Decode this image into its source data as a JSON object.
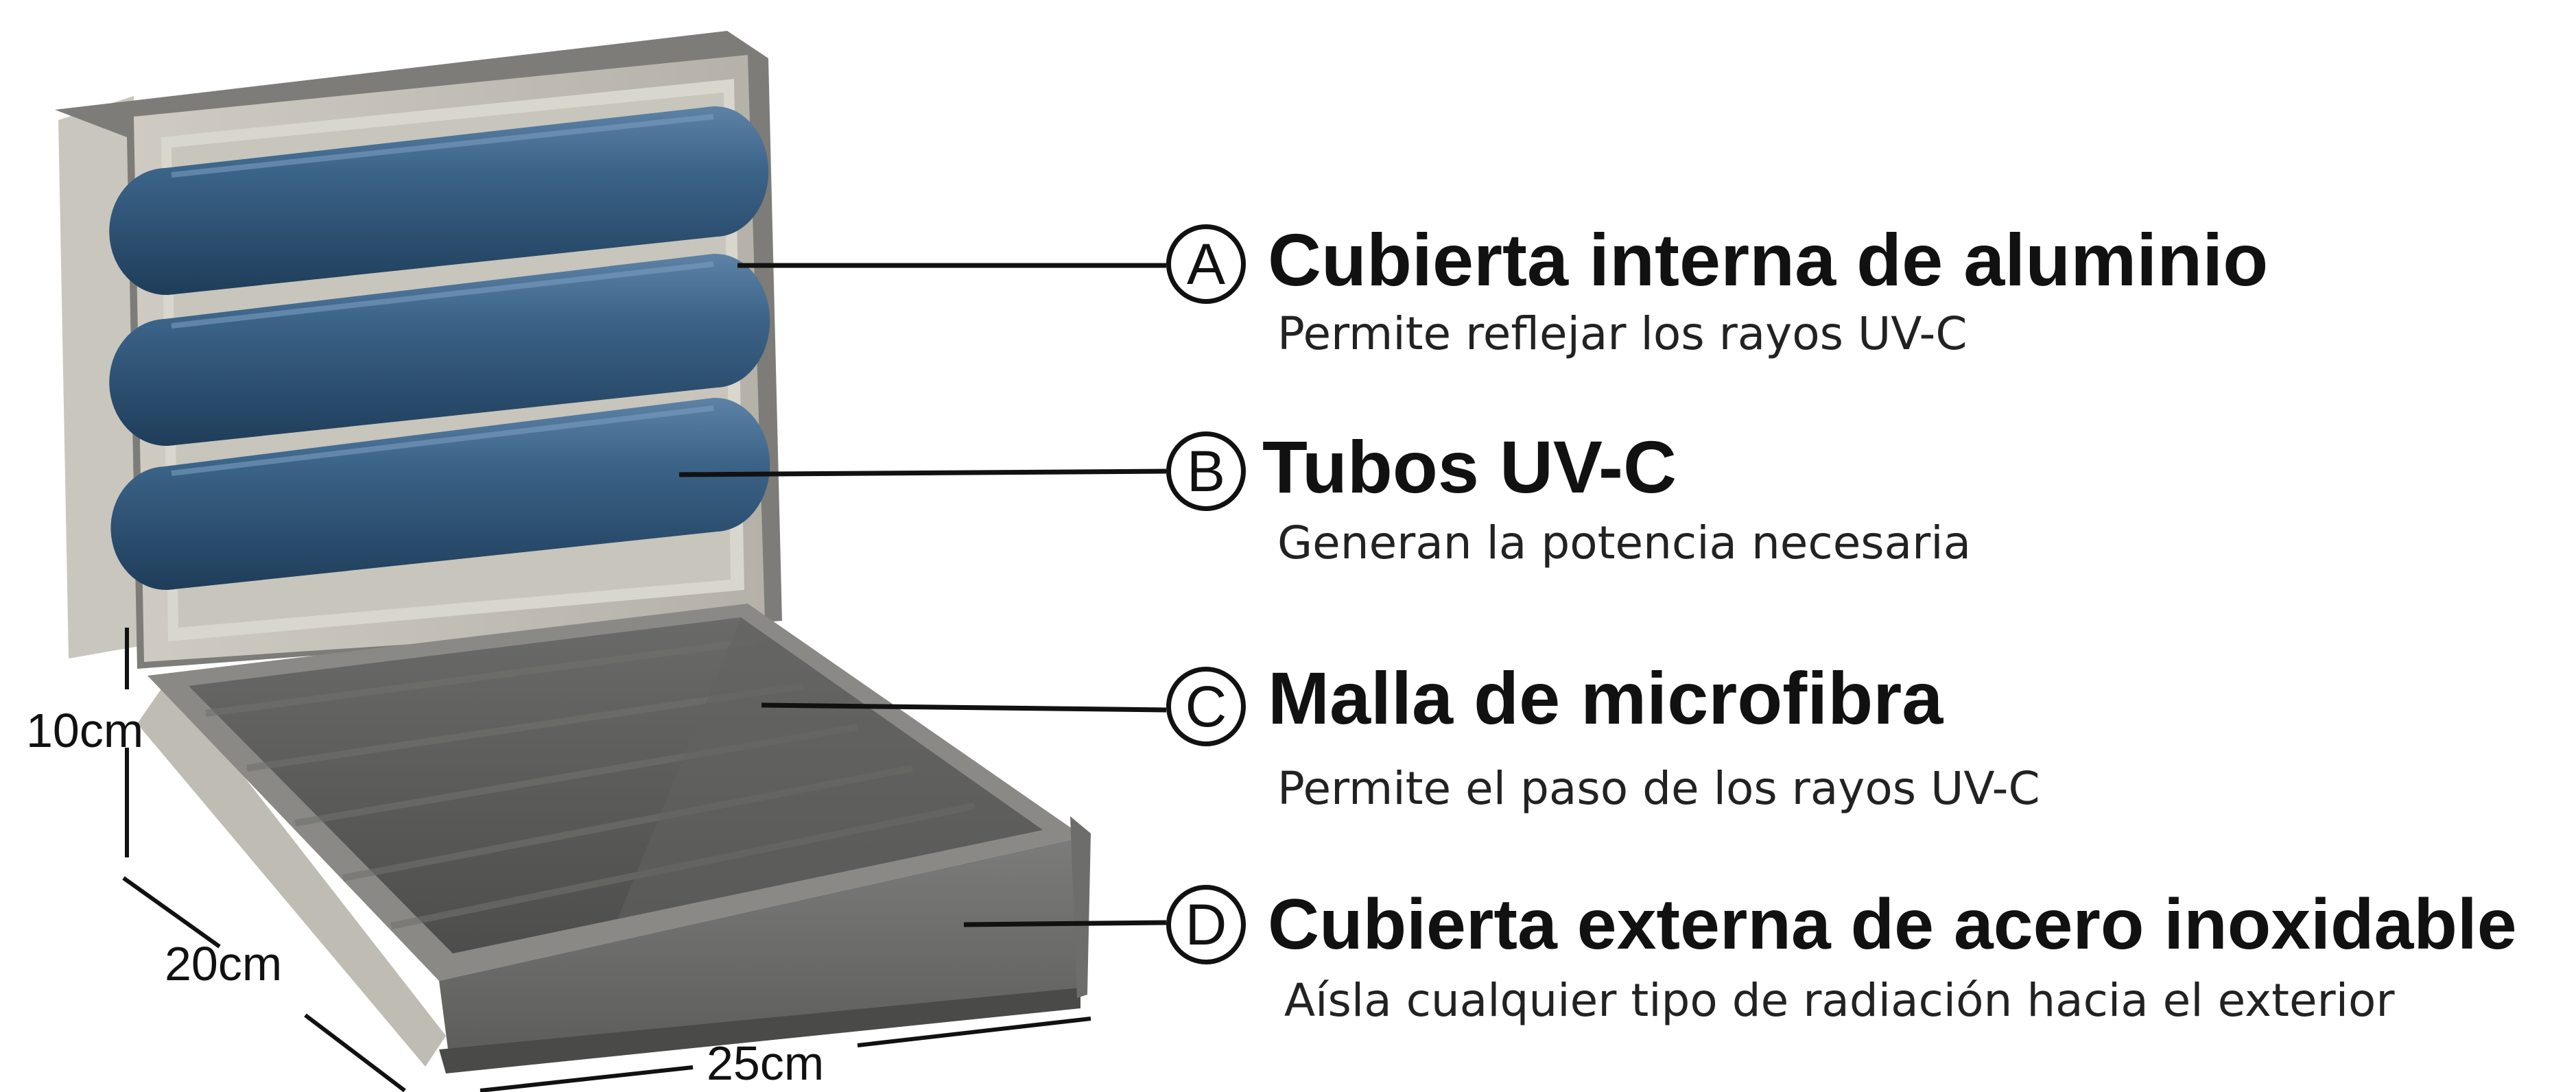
{
  "components": [
    {
      "letter": "A",
      "title": "Cubierta interna de aluminio",
      "description": "Permite reflejar los rayos UV-C"
    },
    {
      "letter": "B",
      "title": "Tubos UV-C",
      "description": "Generan la potencia necesaria"
    },
    {
      "letter": "C",
      "title": "Malla de microfibra",
      "description": "Permite el paso de los rayos UV-C"
    },
    {
      "letter": "D",
      "title": "Cubierta externa de acero inoxidable",
      "description": "Aísla cualquier tipo de radiación hacia el exterior"
    }
  ],
  "dimensions": {
    "height": "10cm",
    "depth": "20cm",
    "width": "25cm"
  },
  "colors": {
    "tube": "#2d5275",
    "casing": "#a8a59c",
    "tray": "#5a5a58",
    "line": "#111111"
  }
}
